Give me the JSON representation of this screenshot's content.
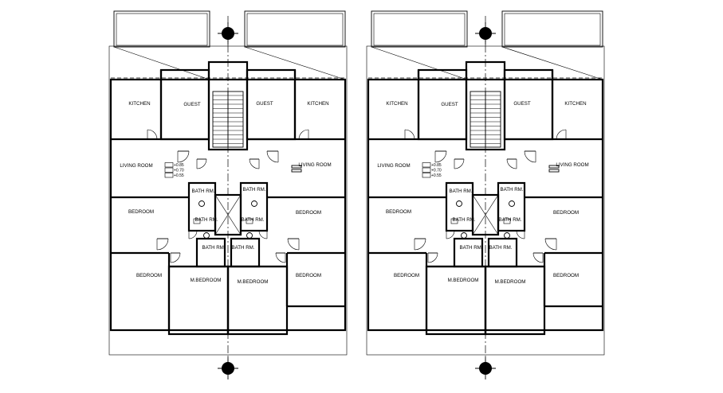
{
  "drawing": {
    "labels": {
      "kitchen": "KITCHEN",
      "guest": "GUEST",
      "living_room": "LIVING ROOM",
      "bedroom": "BEDROOM",
      "master_bedroom": "M.BEDROOM",
      "bath": "BATH RM."
    },
    "levels_left": [
      "+0.85",
      "+0.70",
      "+0.55"
    ],
    "levels_right": [
      "+0.70",
      "+0.55"
    ]
  }
}
